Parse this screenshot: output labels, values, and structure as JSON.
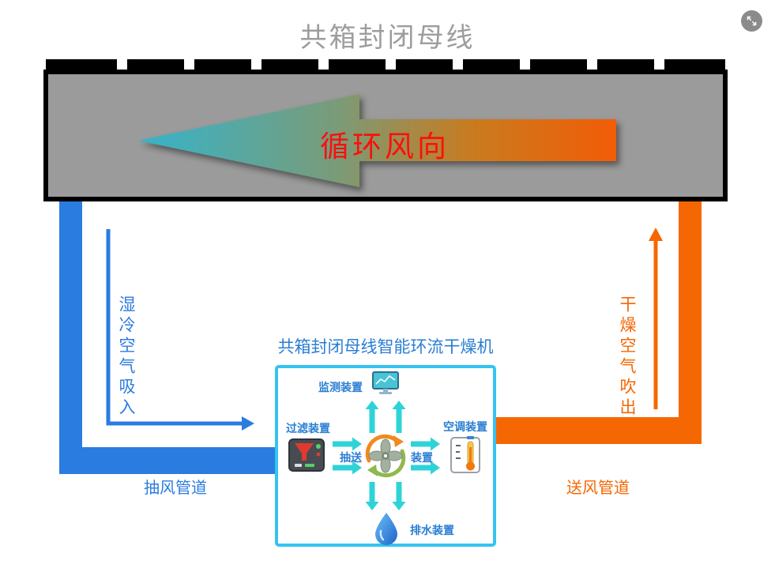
{
  "page": {
    "title": "共箱封闭母线"
  },
  "busbar": {
    "arrow_label": "循环风向"
  },
  "ducts": {
    "intake_flow_label": "湿冷空气吸入",
    "intake_pipe_label": "抽风管道",
    "outlet_flow_label": "干燥空气吹出",
    "outlet_pipe_label": "送风管道"
  },
  "machine": {
    "title": "共箱封闭母线智能环流干燥机",
    "monitor_label": "监测装置",
    "filter_label": "过滤装置",
    "ac_label": "空调装置",
    "drain_label": "排水装置",
    "pump_label_left": "抽送",
    "pump_label_right": "装置"
  },
  "icons": {
    "expand": "expand-icon",
    "monitor": "monitor-icon",
    "filter": "funnel-filter-icon",
    "fan": "fan-circulation-icon",
    "ac": "thermometer-icon",
    "drain": "water-drop-icon"
  },
  "colors": {
    "busbar_gray": "#9b9b9b",
    "title_gray": "#9d9d9d",
    "pipe_blue": "#2b7ce0",
    "pipe_orange": "#f56702",
    "machine_border_cyan": "#34c3f2",
    "inner_arrow_cyan": "#2ed3d8",
    "arrow_text_red": "#fb100c",
    "label_blue": "#2a7ed3",
    "gradient_left_teal": "#35b4cb",
    "gradient_right_orange": "#f25c07"
  }
}
